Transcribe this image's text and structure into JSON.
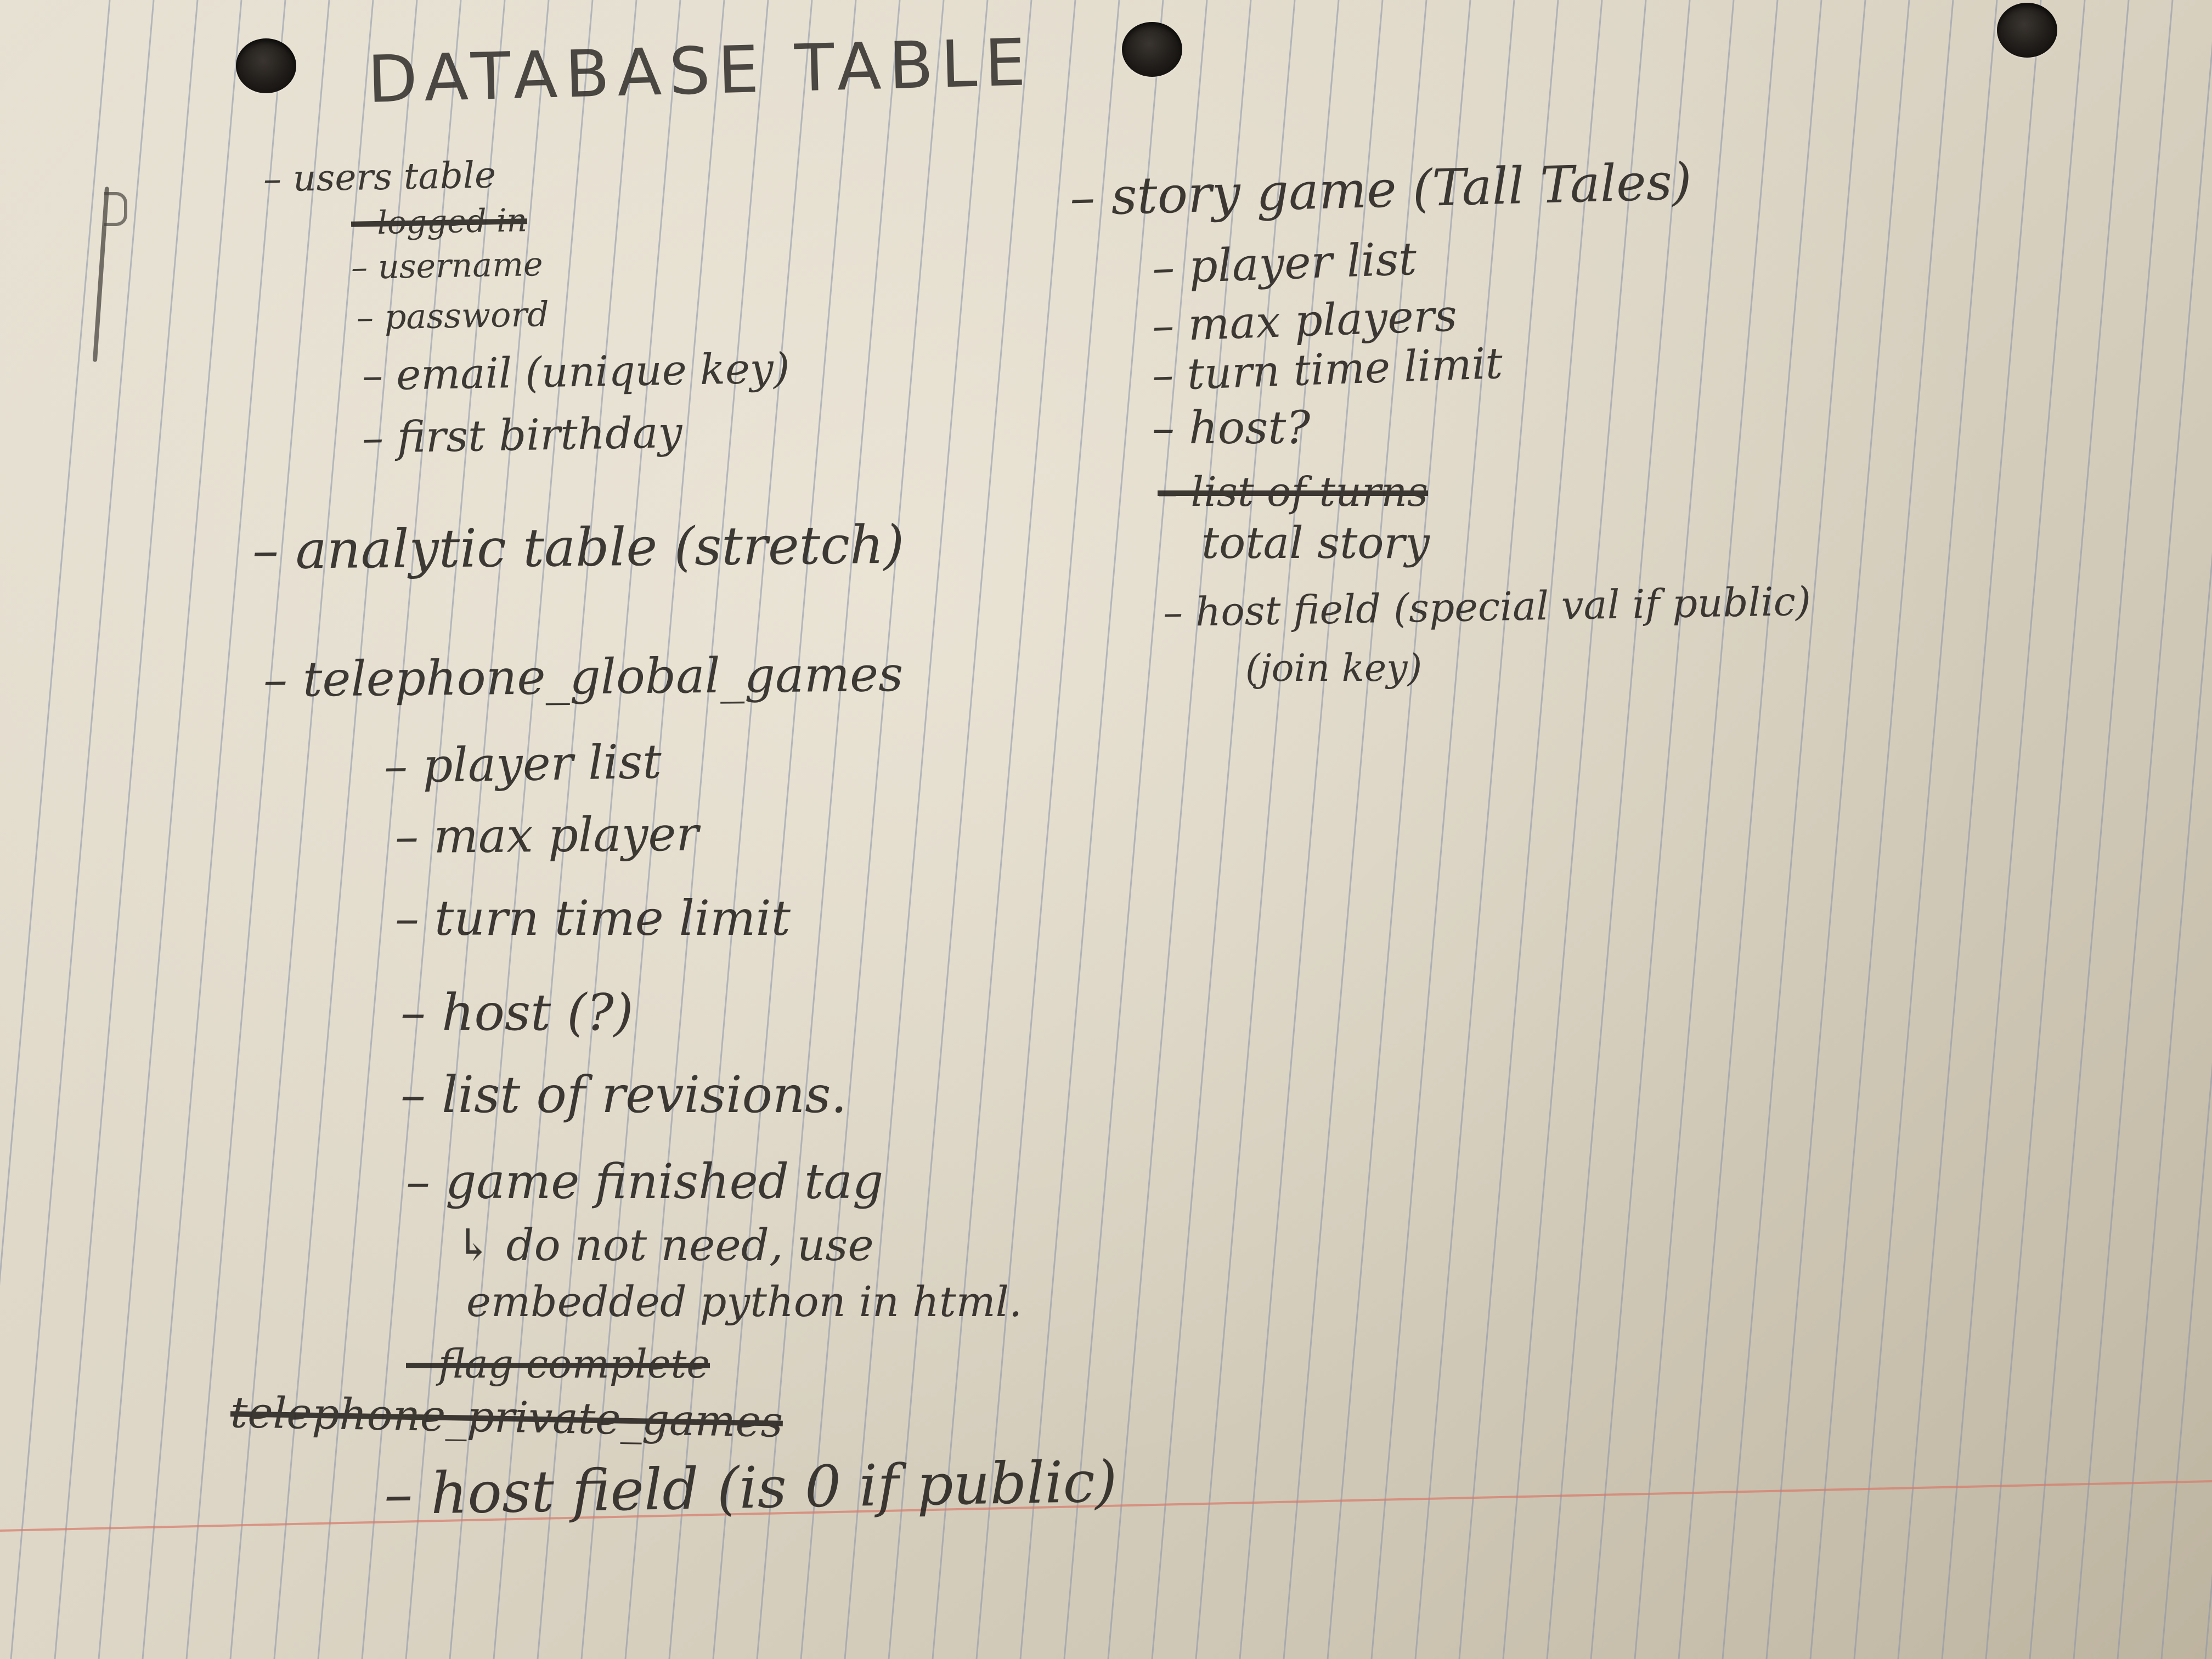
{
  "title": "DATABASE TABLE",
  "left_column": {
    "users": {
      "heading": "– users table",
      "fields": [
        {
          "text": "– logged in",
          "struck": true
        },
        {
          "text": "– username",
          "struck": false
        },
        {
          "text": "– password",
          "struck": false
        },
        {
          "text": "– email (unique key)",
          "struck": false
        },
        {
          "text": "– first birthday",
          "struck": false
        }
      ]
    },
    "analytics": {
      "heading": "– analytic table (stretch)"
    },
    "telephone": {
      "heading": "– telephone_global_games",
      "fields": [
        {
          "text": "– player list"
        },
        {
          "text": "– max player"
        },
        {
          "text": "– turn time limit"
        },
        {
          "text": "– host (?)"
        },
        {
          "text": "– list of revisions."
        },
        {
          "text": "– game finished tag"
        },
        {
          "text": "↳ do not need, use"
        },
        {
          "text": "embedded python in html."
        },
        {
          "text": "– flag complete",
          "struck": true
        }
      ]
    },
    "private": {
      "heading": "telephone_private_games",
      "struck": true,
      "fields": [
        {
          "text": "– host field (is 0 if public)"
        }
      ]
    }
  },
  "right_column": {
    "story": {
      "heading": "– story game (Tall Tales)",
      "fields": [
        {
          "text": "– player list"
        },
        {
          "text": "– max players"
        },
        {
          "text": "– turn time limit"
        },
        {
          "text": "– host?"
        },
        {
          "text": "– list of turns",
          "struck": true
        },
        {
          "text": "total story"
        },
        {
          "text": "– host field (special val if public)"
        },
        {
          "text": "(join key)"
        }
      ]
    }
  }
}
